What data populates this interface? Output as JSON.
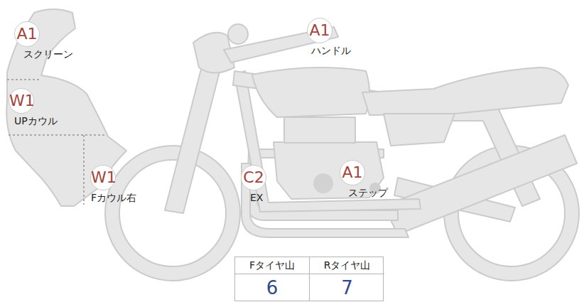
{
  "diagram": {
    "nodes": [
      {
        "text": [
          "A1",
          "スクリーン"
        ]
      },
      {
        "text": [
          "A1",
          "ハンドル"
        ]
      },
      {
        "text": [
          "W1",
          "UPカウル"
        ]
      },
      {
        "text": [
          "W1",
          "Fカウル右"
        ]
      },
      {
        "text": [
          "C2",
          "EX"
        ]
      },
      {
        "text": [
          "A1",
          "ステップ"
        ]
      }
    ],
    "labels": [
      "Fタイヤ山",
      "Rタイヤ山",
      "6",
      "7"
    ]
  }
}
